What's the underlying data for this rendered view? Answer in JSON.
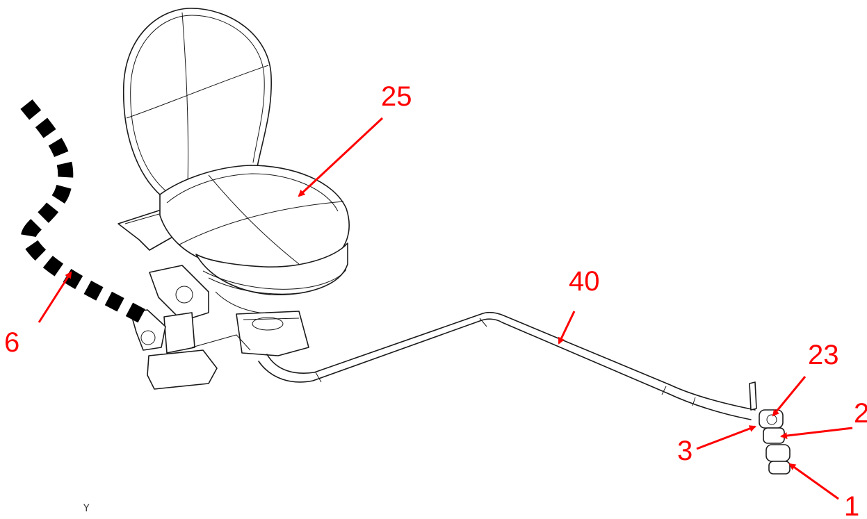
{
  "diagram": {
    "callouts": {
      "c25": "25",
      "c40": "40",
      "c6": "6",
      "c23": "23",
      "c2": "2",
      "c3": "3",
      "c1": "1"
    },
    "axis_label": "Y",
    "callout_color": "#ff0000",
    "line_color": "#1a1a1a",
    "dashed_path_color": "#000000"
  }
}
